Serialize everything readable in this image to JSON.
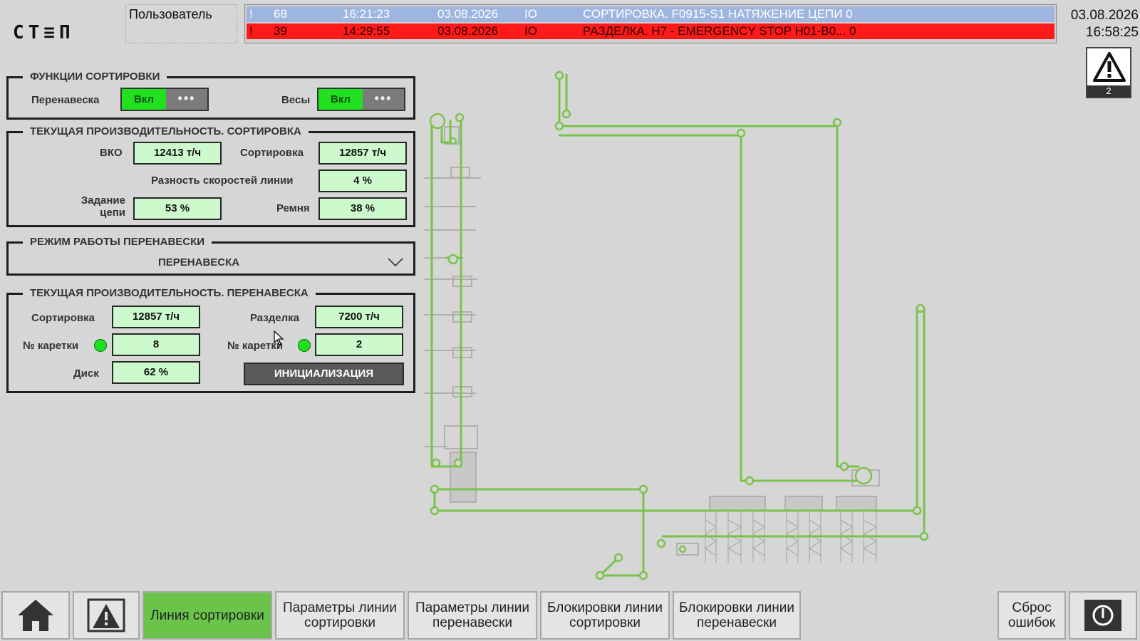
{
  "header": {
    "logo_text": "CT≡Π",
    "user_label": "Пользователь",
    "date": "03.08.2026",
    "time": "16:58:25",
    "alarm_count": "2"
  },
  "alarms": [
    {
      "flag": "!",
      "num": "68",
      "time": "16:21:23",
      "date": "03.08.2026",
      "io": "IO",
      "text": "СОРТИРОВКА. F0915-S1 НАТЯЖЕНИЕ ЦЕПИ   0",
      "color": "#9eb5e0"
    },
    {
      "flag": "!",
      "num": "39",
      "time": "14:29:55",
      "date": "03.08.2026",
      "io": "IO",
      "text": "РАЗДЕЛКА. H7 - EMERGENCY STOP H01-B0...  0",
      "color": "#ff1a1a"
    }
  ],
  "sort_functions": {
    "title": "ФУНКЦИИ СОРТИРОВКИ",
    "rehang_label": "Перенавеска",
    "rehang_state": "Вкл",
    "scales_label": "Весы",
    "scales_state": "Вкл",
    "more": "•••"
  },
  "sort_perf": {
    "title": "ТЕКУЩАЯ ПРОИЗВОДИТЕЛЬНОСТЬ. СОРТИРОВКА",
    "vko_label": "ВКО",
    "vko_value": "12413 т/ч",
    "sort_label": "Сортировка",
    "sort_value": "12857 т/ч",
    "speed_diff_label": "Разность скоростей линии",
    "speed_diff_value": "4 %",
    "chain_label_1": "Задание",
    "chain_label_2": "цепи",
    "chain_value": "53 %",
    "belt_label": "Ремня",
    "belt_value": "38 %"
  },
  "rehang_mode": {
    "title": "РЕЖИМ РАБОТЫ ПЕРЕНАВЕСКИ",
    "selected": "ПЕРЕНАВЕСКА"
  },
  "rehang_perf": {
    "title": "ТЕКУЩАЯ ПРОИЗВОДИТЕЛЬНОСТЬ. ПЕРЕНАВЕСКА",
    "sort_label": "Сортировка",
    "sort_value": "12857 т/ч",
    "cut_label": "Разделка",
    "cut_value": "7200 т/ч",
    "carriage_label_1": "№ каретки",
    "carriage_value_1": "8",
    "carriage_label_2": "№ каретки",
    "carriage_value_2": "2",
    "disc_label": "Диск",
    "disc_value": "62 %",
    "init_button": "ИНИЦИАЛИЗАЦИЯ"
  },
  "nav": {
    "sort_line": "Линия сортировки",
    "sort_params": "Параметры линии сортировки",
    "rehang_params": "Параметры линии перенавески",
    "sort_locks": "Блокировки линии сортировки",
    "rehang_locks": "Блокировки линии перенавески",
    "reset": "Сброс ошибок"
  },
  "colors": {
    "conveyor": "#79c34b",
    "active_nav": "#6ac44a",
    "value_bg": "#ccfacc",
    "toggle_on": "#20e020",
    "alarm_warn": "#9eb5e0",
    "alarm_crit": "#ff1a1a"
  },
  "icons": [
    "home-icon",
    "alarm-triangle-icon",
    "power-icon",
    "chevron-down-icon"
  ]
}
